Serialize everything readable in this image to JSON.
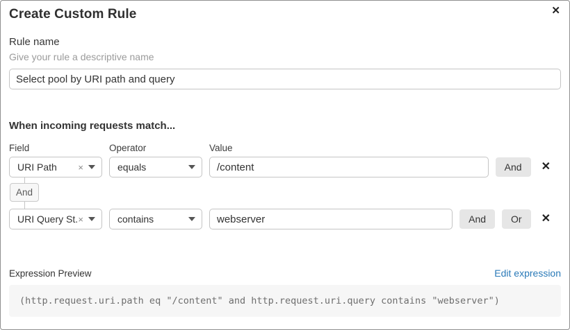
{
  "dialog": {
    "title": "Create Custom Rule",
    "close_icon": "✕"
  },
  "rule_name": {
    "label": "Rule name",
    "hint": "Give your rule a descriptive name",
    "value": "Select pool by URI path and query"
  },
  "matcher": {
    "heading": "When incoming requests match...",
    "field_label": "Field",
    "operator_label": "Operator",
    "value_label": "Value",
    "connector": "And",
    "clear_icon": "×",
    "remove_icon": "✕",
    "rows": [
      {
        "field": "URI Path",
        "operator": "equals",
        "value": "/content",
        "and_label": "And"
      },
      {
        "field": "URI Query St...",
        "operator": "contains",
        "value": "webserver",
        "and_label": "And",
        "or_label": "Or"
      }
    ]
  },
  "expression": {
    "label": "Expression Preview",
    "edit_link": "Edit expression",
    "code": "(http.request.uri.path eq \"/content\" and http.request.uri.query contains \"webserver\")"
  },
  "colors": {
    "link_blue": "#2a7ab8",
    "button_gray": "#e6e6e6",
    "badge_gray": "#f7f7f7",
    "border_gray": "#c4c4c4",
    "code_bg": "#f6f6f6",
    "text_dark": "#333333",
    "text_muted": "#9b9b9b"
  }
}
